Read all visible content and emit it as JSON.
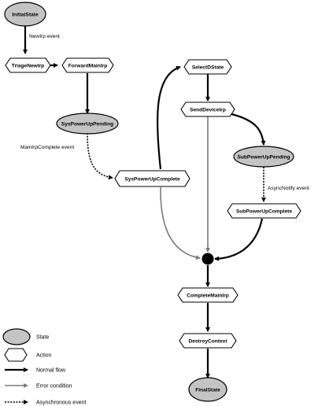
{
  "states": {
    "initial": "InitialState",
    "sys_pending": "SysPowerUpPending",
    "sub_pending": "SubPowerUpPending",
    "final": "FinalState"
  },
  "actions": {
    "triage": "TriageNewIrp",
    "forward": "ForwardMainIrp",
    "select_dstate": "SelectDState",
    "send_device_irp": "SendDeviceIrp",
    "sys_complete": "SysPowerUpComplete",
    "sub_complete": "SubPowerUpComplete",
    "complete_main": "CompleteMainIrp",
    "destroy": "DestroyContext"
  },
  "events": {
    "newirp": "NewIrp event",
    "mainirp_complete": "MainIrpComplete event",
    "async_notify": "AsyncNotify event"
  },
  "legend": {
    "state": "State",
    "action": "Action",
    "normal": "Normal flow",
    "error": "Error condition",
    "async": "Asynchronous event"
  }
}
